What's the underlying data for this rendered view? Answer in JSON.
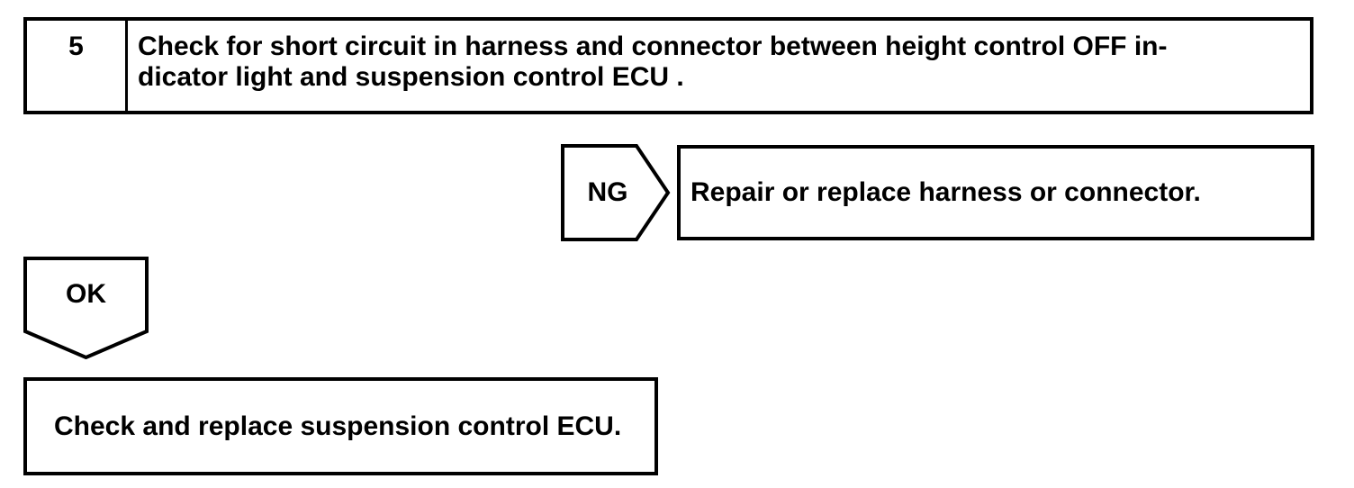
{
  "flowchart": {
    "step": {
      "number": "5",
      "instruction_line1": "Check for short circuit in harness and connector between height control OFF in-",
      "instruction_line2": "dicator light and suspension control ECU ."
    },
    "ng_branch": {
      "label": "NG",
      "action": "Repair or replace harness or connector."
    },
    "ok_branch": {
      "label": "OK",
      "action": "Check and replace suspension control ECU."
    },
    "colors": {
      "line": "#000000",
      "background": "#ffffff"
    }
  }
}
